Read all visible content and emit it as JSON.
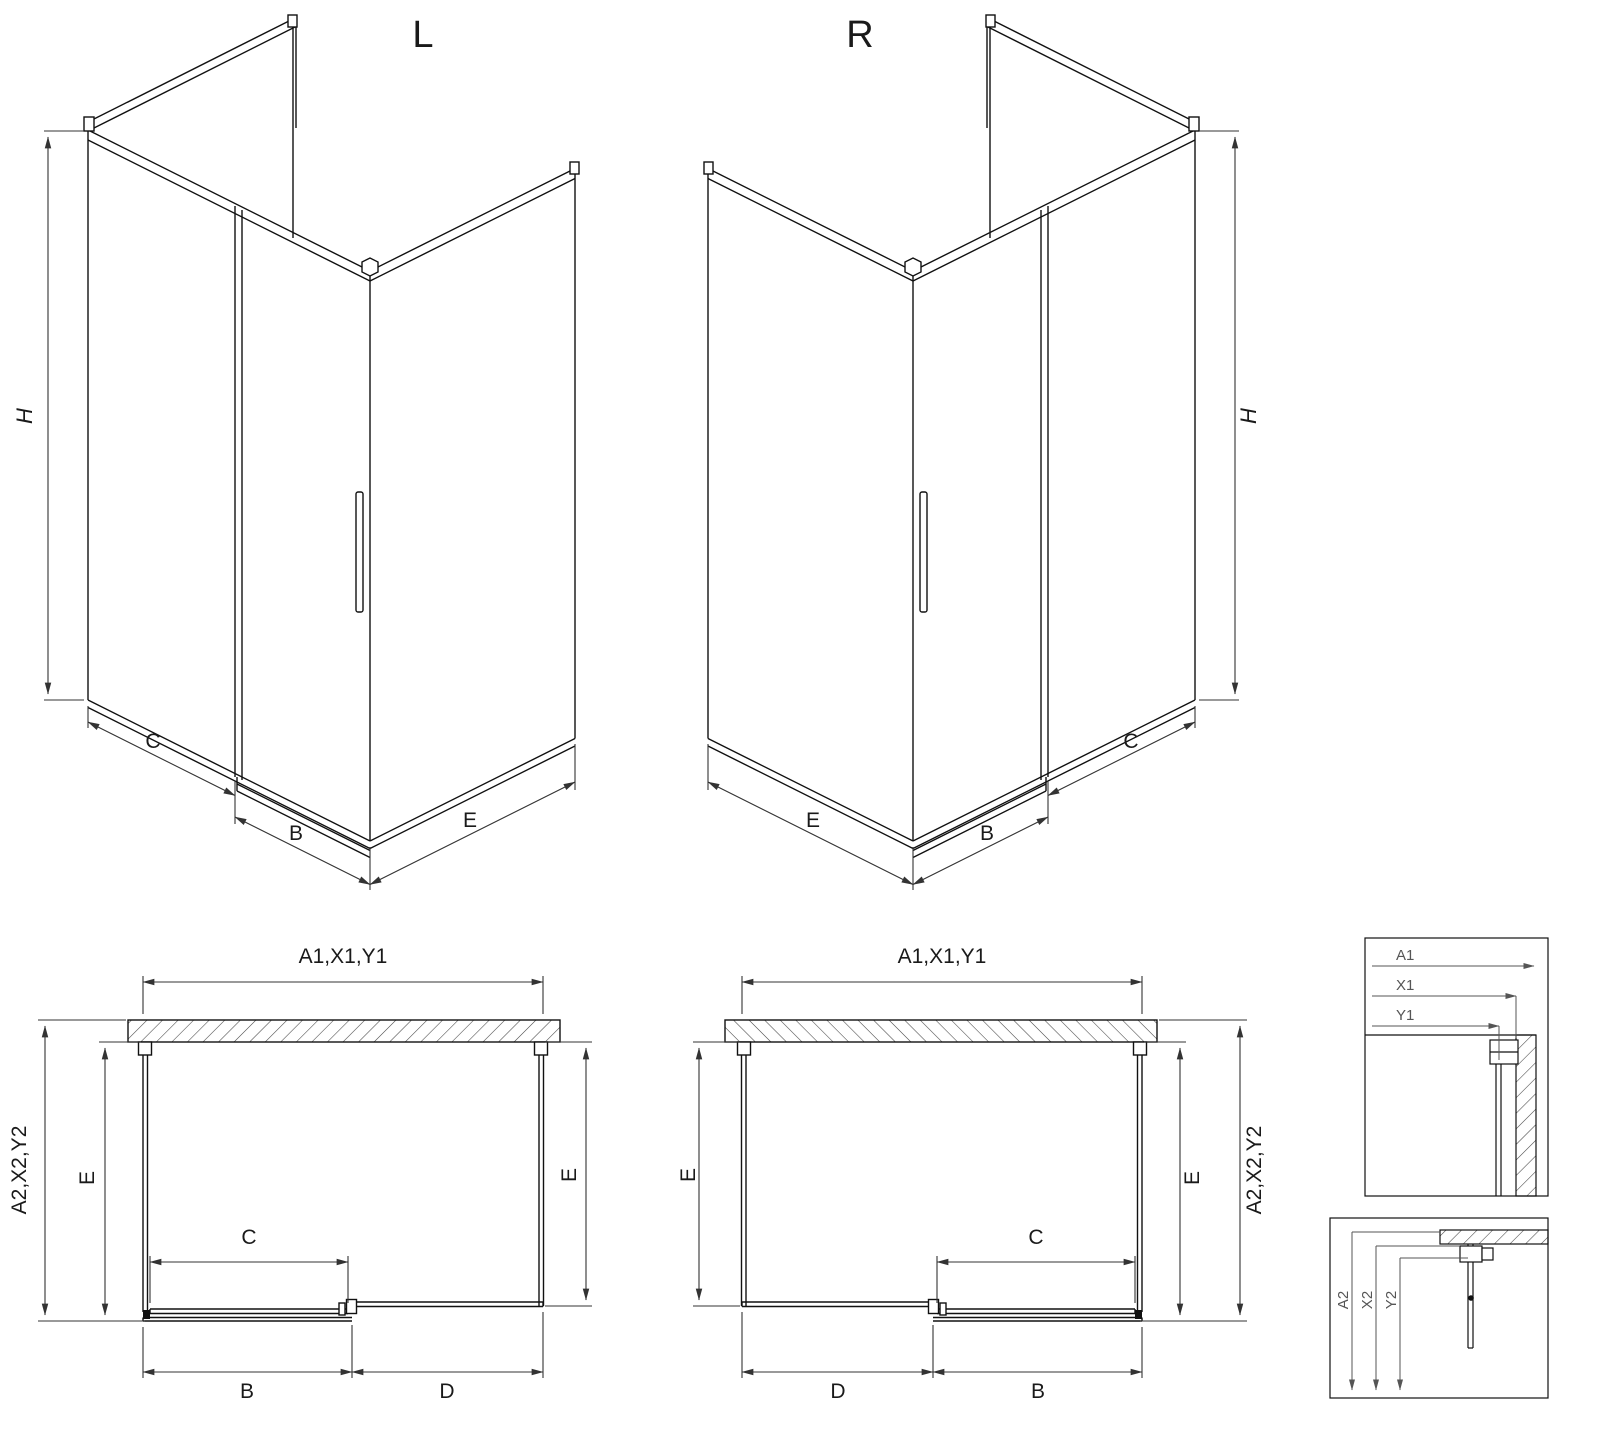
{
  "colors": {
    "background": "#ffffff",
    "drawing_line": "#111111",
    "dimension_line": "#333333",
    "detail_line": "#555555"
  },
  "iso_left": {
    "title": "L",
    "height_label": "H",
    "c_label": "C",
    "b_label": "B",
    "e_label": "E"
  },
  "iso_right": {
    "title": "R",
    "height_label": "H",
    "c_label": "C",
    "b_label": "B",
    "e_label": "E"
  },
  "plan_left": {
    "width_label": "A1,X1,Y1",
    "depth_outer_label": "A2,X2,Y2",
    "e_left_label": "E",
    "e_right_label": "E",
    "c_label": "C",
    "b_label": "B",
    "d_label": "D"
  },
  "plan_right": {
    "width_label": "A1,X1,Y1",
    "depth_outer_label": "A2,X2,Y2",
    "e_left_label": "E",
    "e_right_label": "E",
    "c_label": "C",
    "b_label": "B",
    "d_label": "D"
  },
  "detail_top": {
    "labels": [
      "A1",
      "X1",
      "Y1"
    ]
  },
  "detail_bottom": {
    "labels": [
      "A2",
      "X2",
      "Y2"
    ]
  }
}
